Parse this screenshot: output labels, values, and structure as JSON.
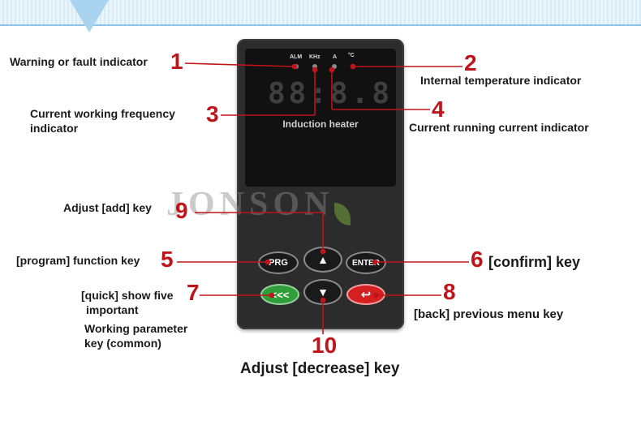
{
  "device": {
    "indicator_labels": [
      "ALM",
      "KHz",
      "A",
      "°C"
    ],
    "display_digits": "88:8.8",
    "caption": "Induction heater",
    "watermark": "JONSON"
  },
  "keys": {
    "prg": "PRG",
    "enter": "ENTER",
    "quick": "<<<",
    "up": "^",
    "down": "v",
    "back": "↩"
  },
  "annotations": {
    "n1": "1",
    "t1": "Warning or fault indicator",
    "n2": "2",
    "t2": "Internal temperature indicator",
    "n3": "3",
    "t3a": "Current working frequency",
    "t3b": "indicator",
    "n4": "4",
    "t4": "Current running current indicator",
    "n5": "5",
    "t5": "[program] function key",
    "n6": "6",
    "t6": "[confirm] key",
    "n7": "7",
    "t7a": "[quick] show five",
    "t7b": "important",
    "t7c": "Working parameter",
    "t7d": "key (common)",
    "n8": "8",
    "t8": "[back] previous menu key",
    "n9": "9",
    "t9": "Adjust [add] key",
    "n10": "10",
    "t10": "Adjust [decrease] key"
  },
  "colors": {
    "accent_number": "#c0141b",
    "panel": "#2c2c2c",
    "enter_green": "#2f9d3a",
    "back_red": "#d42020",
    "header_blue": "#a9d3ee"
  }
}
